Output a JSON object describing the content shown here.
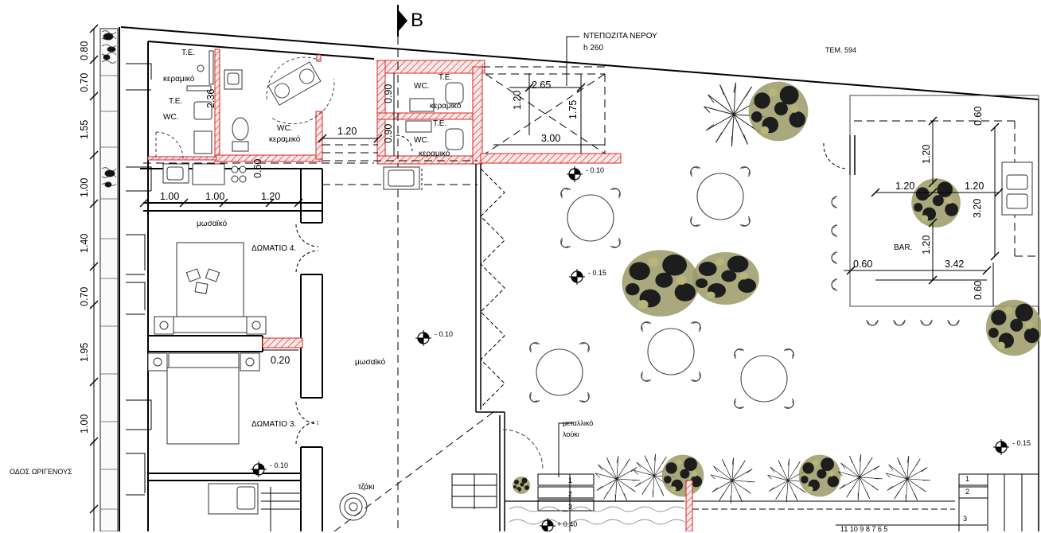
{
  "section_marker": "B",
  "street": "ΟΔΟΣ ΩΡΙΓΕΝΟΥΣ",
  "plot": "ΤΕΜ. 594",
  "water_tank": {
    "title": "ΝΤΕΠΟΖΙΤΑ ΝΕΡΟΥ",
    "height": "h 260"
  },
  "rooms": {
    "te1": "Τ.Ε.",
    "ceramic1": "κεραμικό",
    "te2": "Τ.Ε.",
    "wc1": "WC.",
    "wc_big": "WC.",
    "ceramic_big": "κεραμικό",
    "wc_a": "WC.",
    "te_a": "Τ.Ε.",
    "ceramic_a": "κεραμικό",
    "wc_b": "WC.",
    "te_b": "Τ.Ε.",
    "ceramic_b": "κεραμικό",
    "mosaic1": "μωσαϊκό",
    "room4": "ΔΩΜΑΤΙΟ 4.",
    "mosaic2": "μωσαϊκό",
    "room3": "ΔΩΜΑΤΙΟ 3.",
    "fireplace": "τζάκι",
    "bar": "BAR.",
    "gutter_1": "μεταλλικό",
    "gutter_2": "λούκι"
  },
  "levels": {
    "l1": "- 0.10",
    "l2": "- 0.15",
    "l3": "- 0.10",
    "l4": "- 0.10",
    "l5": "- 0.15",
    "l6": "+ 0.40"
  },
  "dims_vertical_left": [
    "0.80",
    "0.70",
    "1.55",
    "1.00",
    "1.40",
    "0.70",
    "1.95",
    "1.00"
  ],
  "dims": {
    "d236": "2.36",
    "d060a": "0.60",
    "d120a": "1.20",
    "d090a": "0.90",
    "d090b": "0.90",
    "d100a": "1.00",
    "d100b": "1.00",
    "d120b": "1.20",
    "d020": "0.20",
    "d265": "2.65",
    "d120c": "1.20",
    "d175": "1.75",
    "d300": "3.00",
    "d060b": "0.60",
    "d120d": "1.20",
    "d120e": "1.20",
    "d120f": "1.20",
    "d320": "3.20",
    "d120g": "1.20",
    "d060c": "0.60",
    "d342": "3.42",
    "d060d": "0.60"
  },
  "stairs": [
    "1",
    "2",
    "3",
    "1",
    "2",
    "3"
  ],
  "stair_row": "11 10  9  8  7  6  5"
}
